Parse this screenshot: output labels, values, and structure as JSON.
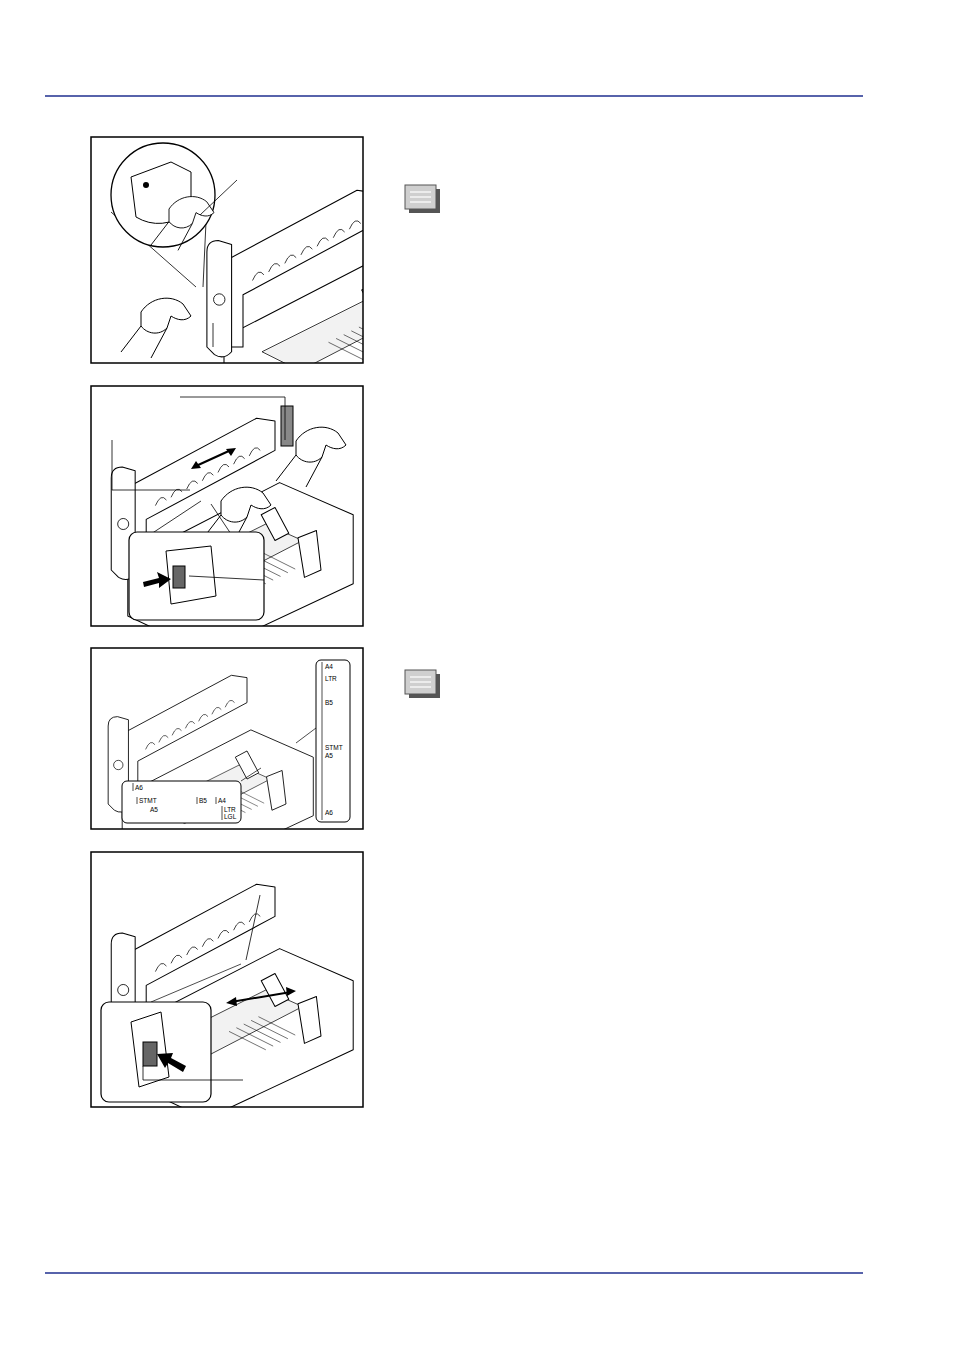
{
  "diagram": {
    "labels": [
      "A4",
      "LTR",
      "B5",
      "STMT",
      "A5",
      "A6",
      "A6",
      "STMT",
      "A5",
      "B5",
      "A4",
      "LTR",
      "LGL"
    ]
  }
}
